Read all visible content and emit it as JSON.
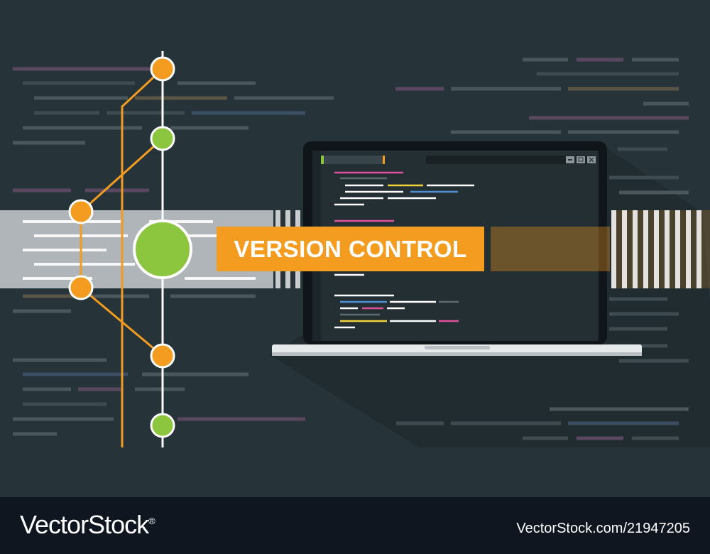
{
  "banner": {
    "title": "VERSION CONTROL"
  },
  "footer": {
    "brand": "VectorStock",
    "brand_mark": "®",
    "image_id": "VectorStock.com/21947205"
  },
  "colors": {
    "background": "#263339",
    "accent_orange": "#f39c1f",
    "node_green": "#8cc63f",
    "footer": "#0f1620",
    "laptop_screen": "#232f33"
  },
  "icons": [
    "minimize-icon",
    "maximize-icon",
    "close-icon"
  ]
}
